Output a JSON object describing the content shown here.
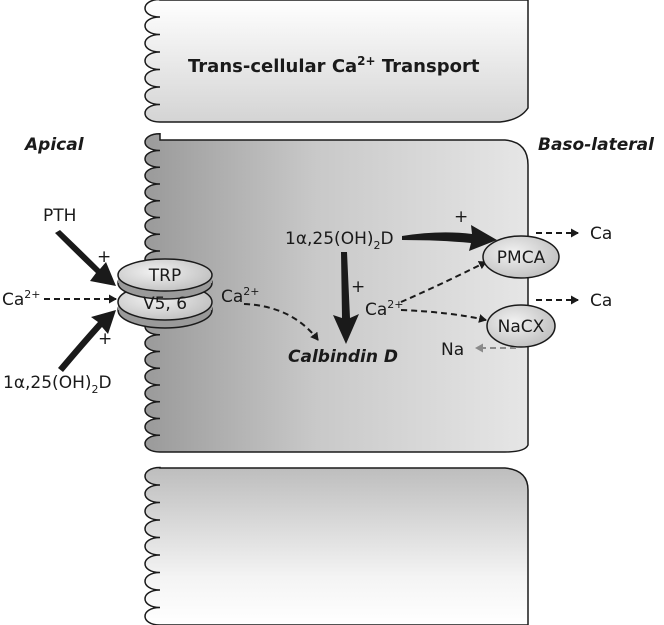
{
  "title": {
    "main": "Trans-cellular Ca",
    "sup": "2+",
    "rest": " Transport"
  },
  "side_labels": {
    "apical": "Apical",
    "basolateral": "Baso-lateral"
  },
  "inputs": {
    "pth": "PTH",
    "ca_in": {
      "base": "Ca",
      "sup": "2+"
    },
    "vitd_left": {
      "pre": "1α,25(OH)",
      "sub": "2",
      "post": "D"
    },
    "plus_top": "+",
    "plus_bottom": "+"
  },
  "channel": {
    "top": "TRP",
    "bottom": "V5, 6"
  },
  "cell": {
    "ca_channel": {
      "base": "Ca",
      "sup": "2+"
    },
    "calbindin": "Calbindin D",
    "vitd": {
      "pre": "1α,25(OH)",
      "sub": "2",
      "post": "D"
    },
    "plus_down": "+",
    "plus_right": "+",
    "ca_center": {
      "base": "Ca",
      "sup": "2+"
    }
  },
  "pumps": {
    "pmca": "PMCA",
    "ncx": "NaCX"
  },
  "outputs": {
    "ca_top": "Ca",
    "ca_bottom": "Ca",
    "na": "Na"
  },
  "colors": {
    "cell_dark": "#8c8c8c",
    "cell_light": "#ececec",
    "outline": "#1a1a1a",
    "na_arrow": "#8a8a8a"
  }
}
